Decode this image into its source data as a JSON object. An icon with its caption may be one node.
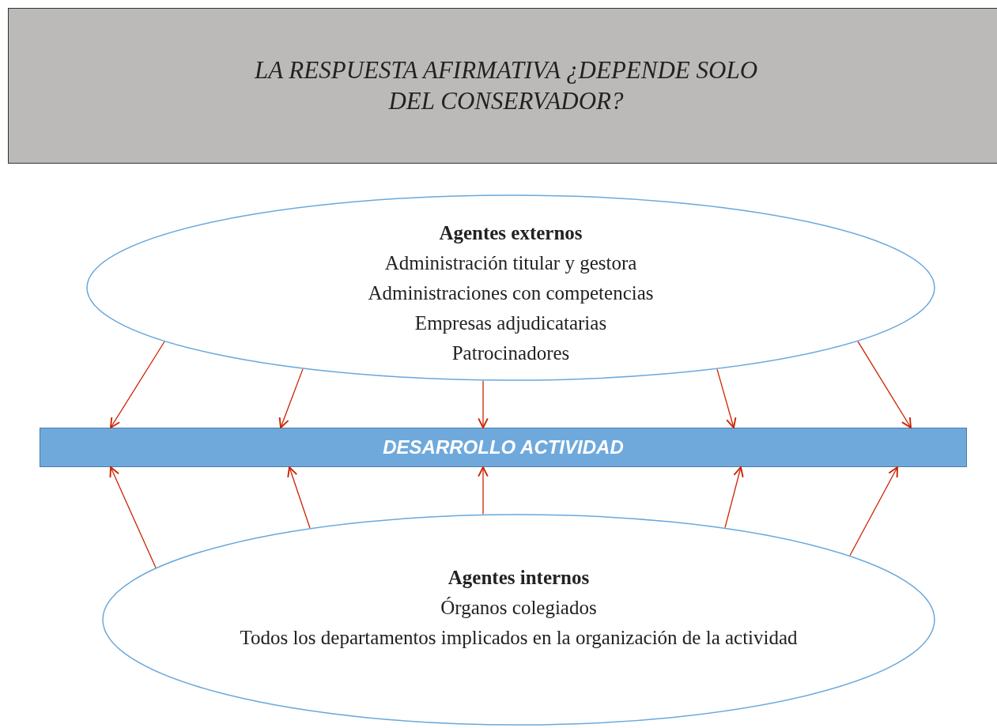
{
  "diagram": {
    "nodes": [
      {
        "text": [
          "LA RESPUESTA AFIRMATIVA ¿DEPENDE SOLO DEL CONSERVADOR?"
        ]
      },
      {
        "text": [
          "Agentes externos",
          "Administración titular y gestora",
          "Administraciones con competencias",
          "Empresas adjudicatarias",
          "Patrocinadores"
        ]
      },
      {
        "text": [
          "DESARROLLO ACTIVIDAD"
        ]
      },
      {
        "text": [
          "Agentes internos",
          "Órganos colegiados",
          "Todos los departamentos implicados en la organización de la actividad"
        ]
      }
    ],
    "edges": [
      {
        "from": 1,
        "to": 2,
        "arrow": "to"
      },
      {
        "from": 1,
        "to": 2,
        "arrow": "to"
      },
      {
        "from": 1,
        "to": 2,
        "arrow": "to"
      },
      {
        "from": 1,
        "to": 2,
        "arrow": "to"
      },
      {
        "from": 1,
        "to": 2,
        "arrow": "to"
      },
      {
        "from": 3,
        "to": 2,
        "arrow": "to"
      },
      {
        "from": 3,
        "to": 2,
        "arrow": "to"
      },
      {
        "from": 3,
        "to": 2,
        "arrow": "to"
      },
      {
        "from": 3,
        "to": 2,
        "arrow": "to"
      },
      {
        "from": 3,
        "to": 2,
        "arrow": "to"
      }
    ]
  }
}
